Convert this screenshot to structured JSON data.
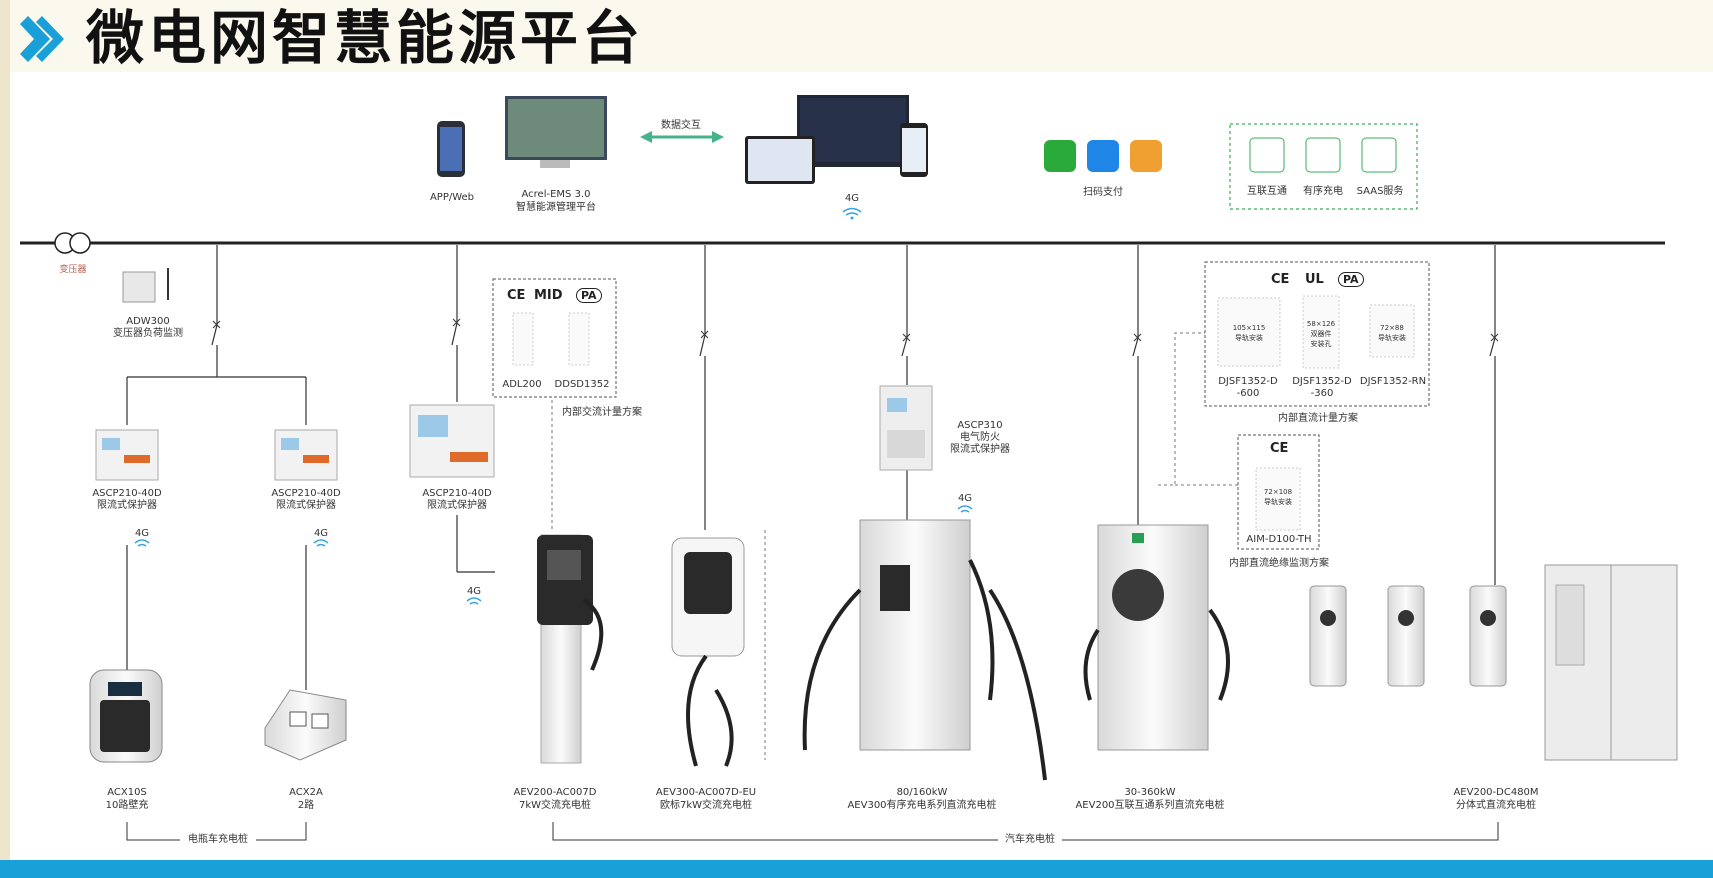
{
  "title": "微电网智慧能源平台",
  "top": {
    "app_label": "APP/Web",
    "ems_name": "Acrel-EMS 3.0",
    "ems_desc": "智慧能源管理平台",
    "data_exchange": "数据交互",
    "signal_4g": "4G",
    "pay_label": "扫码支付",
    "service_1": "互联互通",
    "service_2": "有序充电",
    "service_3": "SAAS服务"
  },
  "transformer_label": "变压器",
  "adw300": {
    "name": "ADW300",
    "desc": "变压器负荷监测"
  },
  "ascp_a": {
    "name": "ASCP210-40D",
    "desc": "限流式保护器"
  },
  "ascp_b": {
    "name": "ASCP210-40D",
    "desc": "限流式保护器"
  },
  "ascp_c": {
    "name": "ASCP210-40D",
    "desc": "限流式保护器"
  },
  "signal_4g": "4G",
  "ac_meter": {
    "cert_ce": "CE",
    "cert_mid": "MID",
    "cert_pa": "PA",
    "meter_1": "ADL200",
    "meter_2": "DDSD1352",
    "caption": "内部交流计量方案"
  },
  "ascp310": {
    "name": "ASCP310",
    "desc_1": "电气防火",
    "desc_2": "限流式保护器"
  },
  "dc_meter": {
    "cert_ce": "CE",
    "cert_ul": "UL",
    "cert_pa": "PA",
    "box_1": "105×115",
    "box_1_sub": "导轨安装",
    "box_2": "58×126",
    "box_2_sub": "双器件",
    "box_2_sub2": "安装孔",
    "box_3": "72×88",
    "box_3_sub": "导轨安装",
    "meter_1a": "DJSF1352-D",
    "meter_1b": "-600",
    "meter_2a": "DJSF1352-D",
    "meter_2b": "-360",
    "meter_3": "DJSF1352-RN",
    "caption": "内部直流计量方案"
  },
  "aim": {
    "cert_ce": "CE",
    "box": "72×108",
    "box_sub": "导轨安装",
    "name": "AIM-D100-TH",
    "caption": "内部直流绝缘监测方案"
  },
  "chargers": [
    {
      "name": "ACX10S",
      "desc": "10路壁充"
    },
    {
      "name": "ACX2A",
      "desc": "2路"
    },
    {
      "name": "AEV200-AC007D",
      "desc": "7kW交流充电桩"
    },
    {
      "name": "AEV300-AC007D-EU",
      "desc": "欧标7kW交流充电桩"
    },
    {
      "name": "80/160kW",
      "desc": "AEV300有序充电系列直流充电桩"
    },
    {
      "name": "30-360kW",
      "desc": "AEV200互联互通系列直流充电桩"
    },
    {
      "name": "AEV200-DC480M",
      "desc": "分体式直流充电桩"
    }
  ],
  "group_ebike": "电瓶车充电桩",
  "group_car": "汽车充电桩",
  "colors": {
    "accent_blue": "#1aa0d8",
    "brand_green": "#27a055",
    "line": "#333333"
  }
}
